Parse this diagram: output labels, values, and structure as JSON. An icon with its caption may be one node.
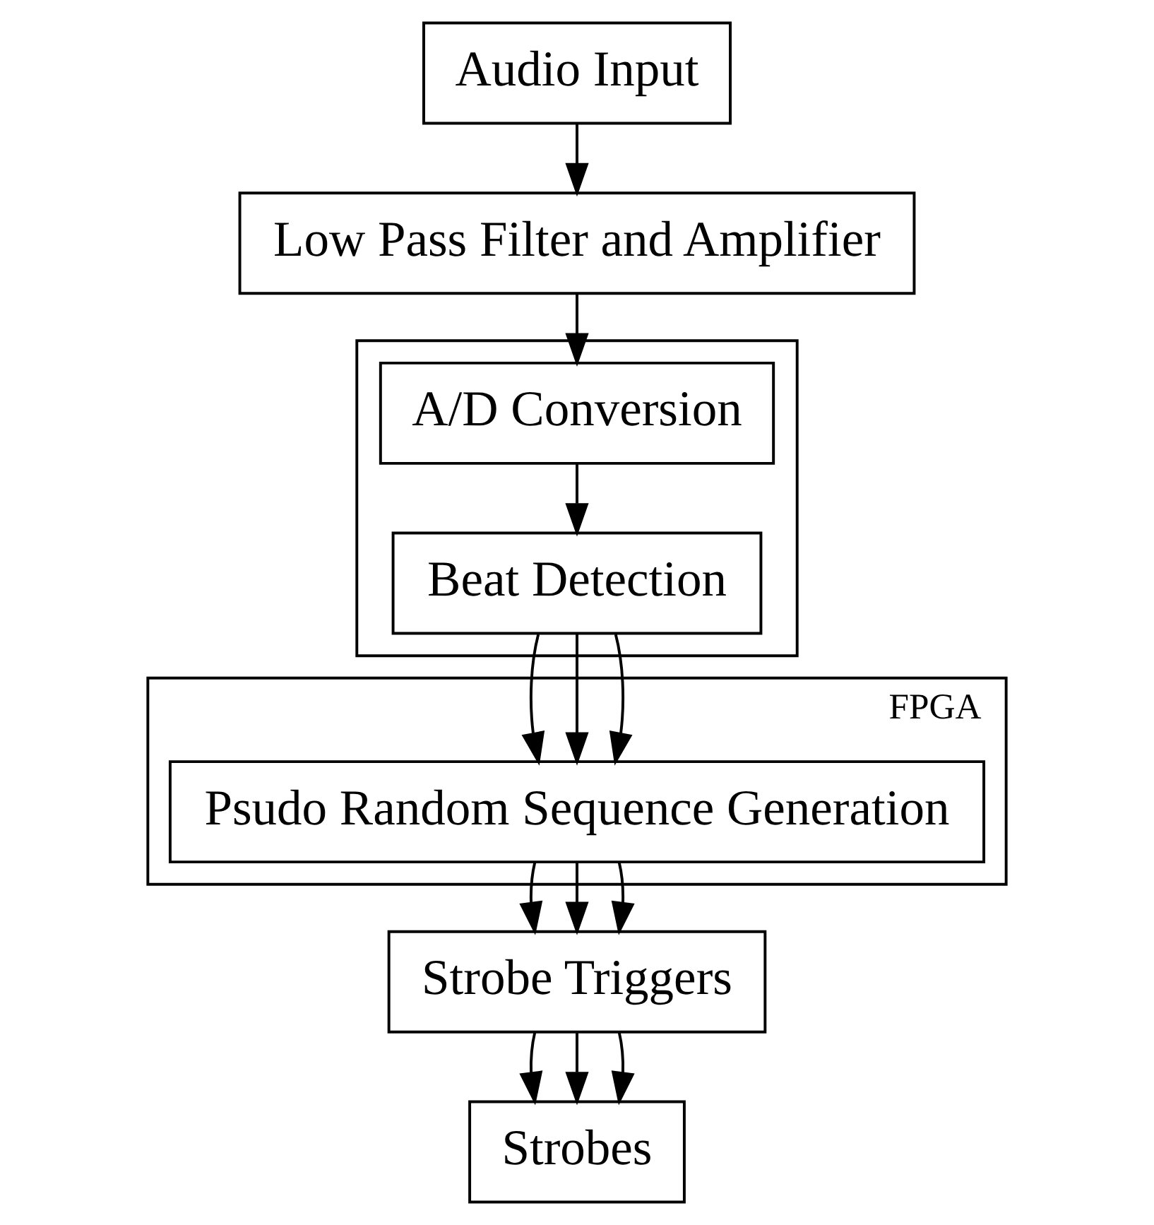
{
  "diagram": {
    "nodes": [
      {
        "text": [
          "Audio Input"
        ]
      },
      {
        "text": [
          "Low Pass Filter and Amplifier"
        ]
      },
      {
        "text": [],
        "shape": "box"
      },
      {
        "text": [
          "A/D Conversion"
        ],
        "in": 2
      },
      {
        "text": [
          "Beat Detection"
        ],
        "in": 2
      },
      {
        "text": [
          "FPGA"
        ]
      },
      {
        "text": [
          "Psudo Random Sequence Generation"
        ],
        "in": 5
      },
      {
        "text": [
          "Strobe Triggers"
        ]
      },
      {
        "text": [
          "Strobes"
        ]
      }
    ],
    "edges": [
      {
        "from": 0,
        "to": 1,
        "arrow": "to"
      },
      {
        "from": 1,
        "to": 3,
        "arrow": "to"
      },
      {
        "from": 3,
        "to": 4,
        "arrow": "to"
      },
      {
        "from": 4,
        "to": 6,
        "arrow": "to"
      },
      {
        "from": 4,
        "to": 6,
        "arrow": "to"
      },
      {
        "from": 4,
        "to": 6,
        "arrow": "to"
      },
      {
        "from": 6,
        "to": 7,
        "arrow": "to"
      },
      {
        "from": 6,
        "to": 7,
        "arrow": "to"
      },
      {
        "from": 6,
        "to": 7,
        "arrow": "to"
      },
      {
        "from": 7,
        "to": 8,
        "arrow": "to"
      },
      {
        "from": 7,
        "to": 8,
        "arrow": "to"
      },
      {
        "from": 7,
        "to": 8,
        "arrow": "to"
      }
    ]
  }
}
